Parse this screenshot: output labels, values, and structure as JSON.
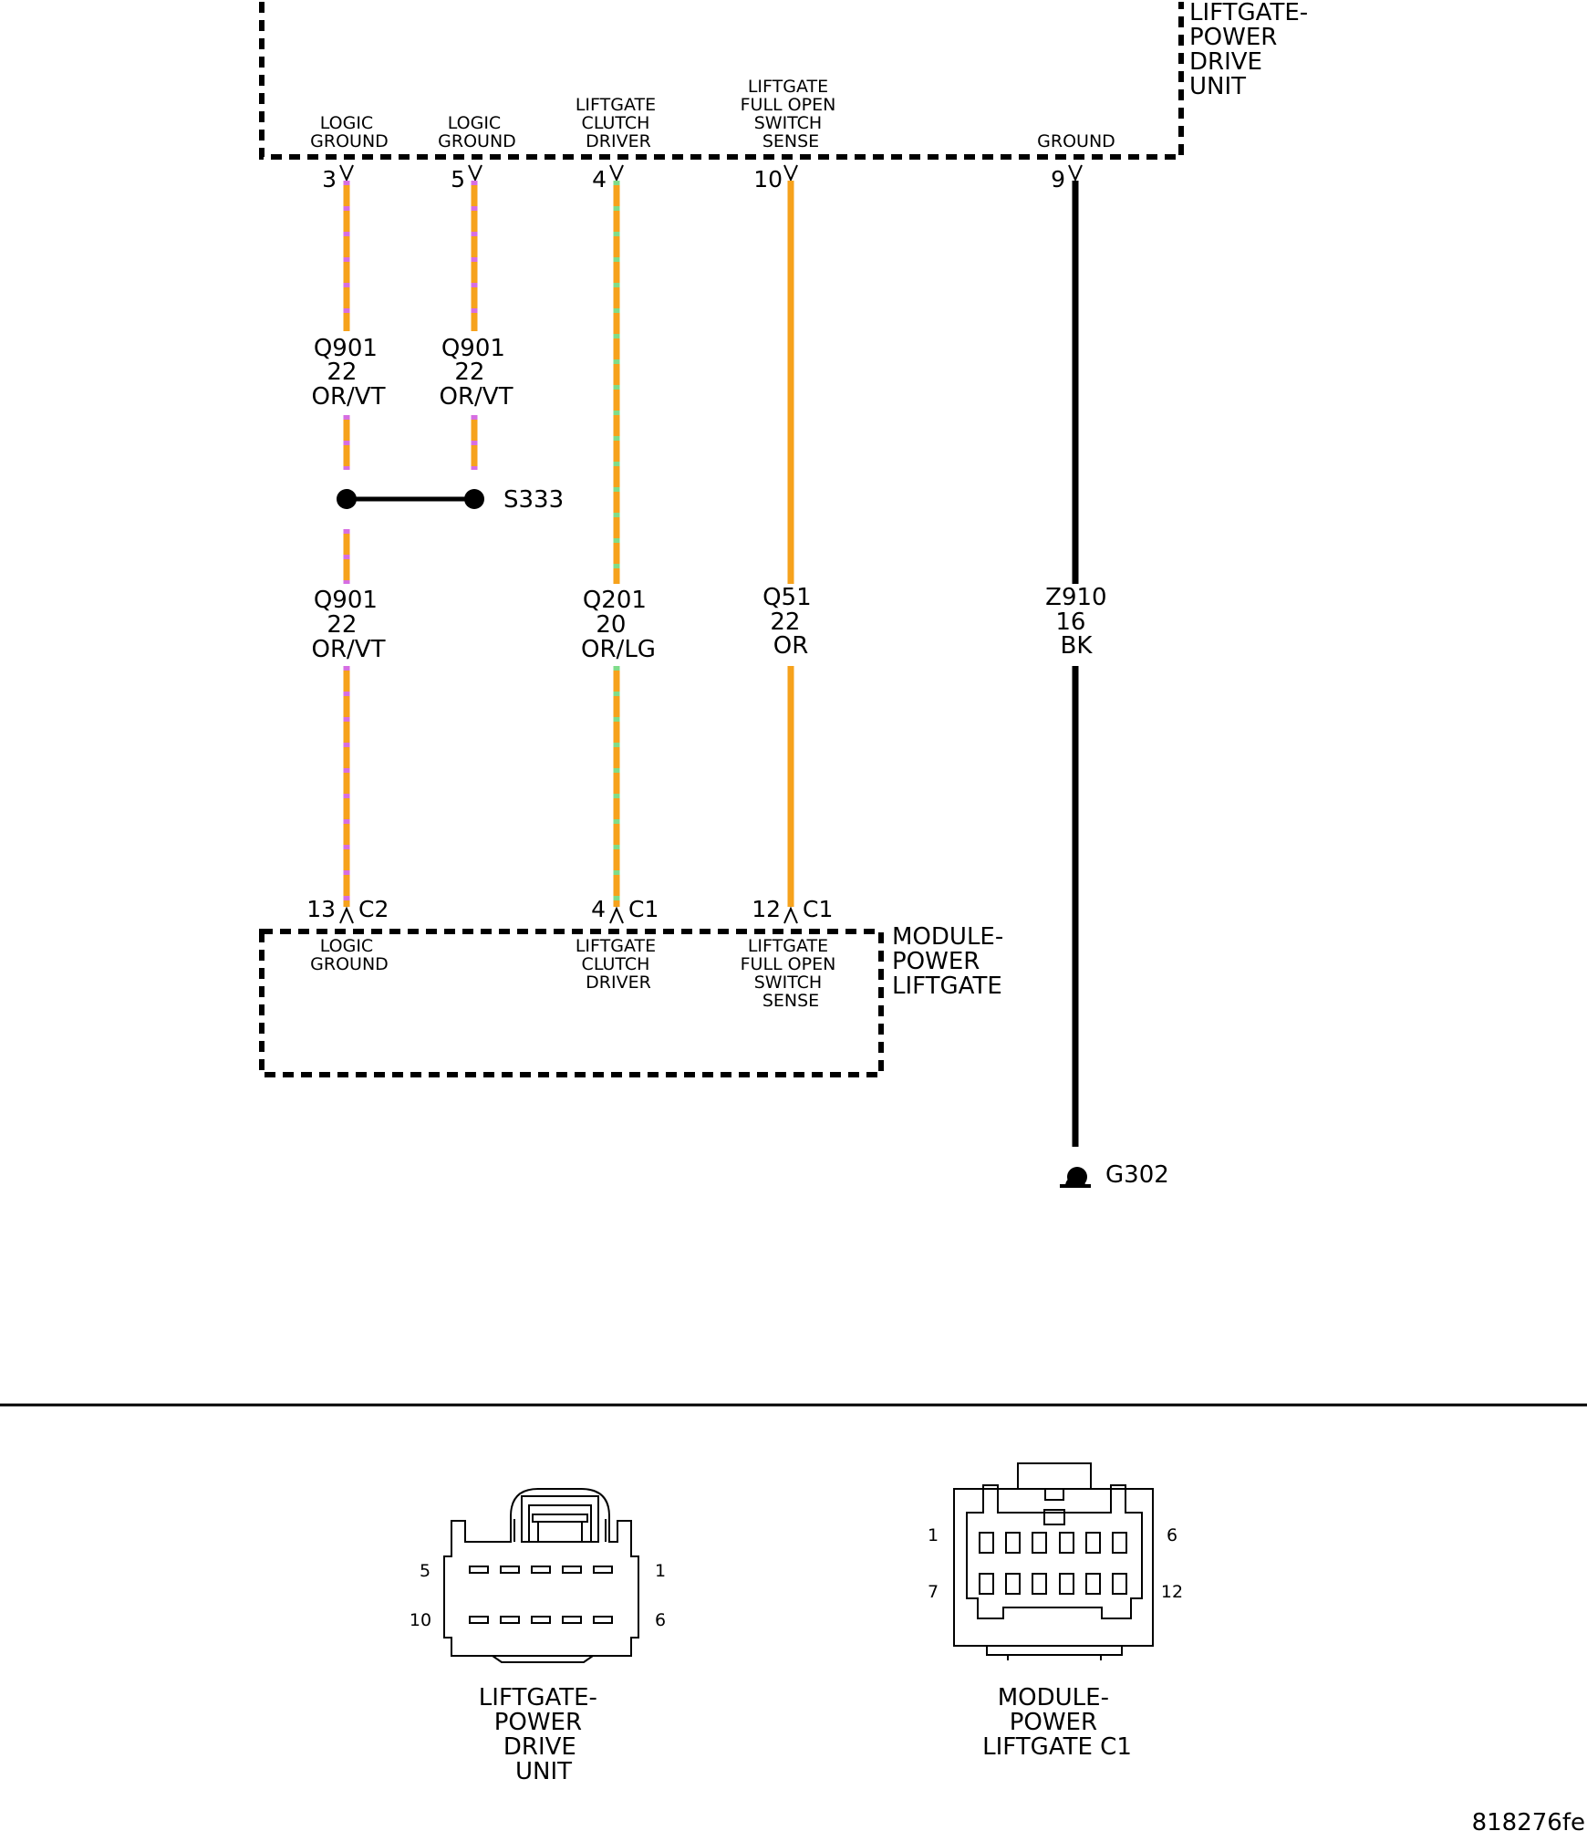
{
  "diagram_id": "818276fe",
  "colors": {
    "or": "#f6a21c",
    "vt": "#d66ee2",
    "lg": "#7fdc8a",
    "bk": "#000000",
    "outline": "#000000"
  },
  "components": {
    "top_unit": {
      "name_lines": [
        "LIFTGATE-",
        "POWER",
        "DRIVE",
        "UNIT"
      ]
    },
    "bottom_module": {
      "name_lines": [
        "MODULE-",
        "POWER",
        "LIFTGATE"
      ]
    }
  },
  "top_pins": [
    {
      "pin": "3",
      "label_lines": [
        "LOGIC",
        "GROUND"
      ]
    },
    {
      "pin": "5",
      "label_lines": [
        "LOGIC",
        "GROUND"
      ]
    },
    {
      "pin": "4",
      "label_lines": [
        "LIFTGATE",
        "CLUTCH",
        "DRIVER"
      ]
    },
    {
      "pin": "10",
      "label_lines": [
        "LIFTGATE",
        "FULL OPEN",
        "SWITCH",
        "SENSE"
      ]
    },
    {
      "pin": "9",
      "label_lines": [
        "GROUND"
      ]
    }
  ],
  "bottom_pins": [
    {
      "pin": "13",
      "connector": "C2",
      "label_lines": [
        "LOGIC",
        "GROUND"
      ]
    },
    {
      "pin": "4",
      "connector": "C1",
      "label_lines": [
        "LIFTGATE",
        "CLUTCH",
        "DRIVER"
      ]
    },
    {
      "pin": "12",
      "connector": "C1",
      "label_lines": [
        "LIFTGATE",
        "FULL OPEN",
        "SWITCH",
        "SENSE"
      ]
    }
  ],
  "wires": [
    {
      "circuit": "Q901",
      "gauge": "22",
      "color_code": "OR/VT",
      "base": "or",
      "stripe": "vt"
    },
    {
      "circuit": "Q901",
      "gauge": "22",
      "color_code": "OR/VT",
      "base": "or",
      "stripe": "vt"
    },
    {
      "circuit": "Q901",
      "gauge": "22",
      "color_code": "OR/VT",
      "base": "or",
      "stripe": "vt"
    },
    {
      "circuit": "Q201",
      "gauge": "20",
      "color_code": "OR/LG",
      "base": "or",
      "stripe": "lg"
    },
    {
      "circuit": "Q51",
      "gauge": "22",
      "color_code": "OR",
      "base": "or",
      "stripe": ""
    },
    {
      "circuit": "Z910",
      "gauge": "16",
      "color_code": "BK",
      "base": "bk",
      "stripe": ""
    }
  ],
  "splice": {
    "name": "S333"
  },
  "ground": {
    "name": "G302"
  },
  "connector_views": {
    "left": {
      "name_lines": [
        "LIFTGATE-",
        "POWER",
        "DRIVE",
        "UNIT"
      ],
      "pin_labels": {
        "top_left": "5",
        "top_right": "1",
        "bottom_left": "10",
        "bottom_right": "6"
      }
    },
    "right": {
      "name_lines": [
        "MODULE-",
        "POWER",
        "LIFTGATE C1"
      ],
      "pin_labels": {
        "top_left": "1",
        "top_right": "6",
        "bottom_left": "7",
        "bottom_right": "12"
      }
    }
  }
}
